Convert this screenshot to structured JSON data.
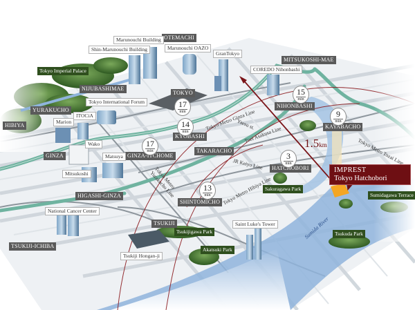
{
  "destination": {
    "line1": "IMPREST",
    "line2": "Tokyo Hatchobori",
    "color": "#6e0f13"
  },
  "distance": {
    "value": "1.5",
    "unit": "km"
  },
  "stations": [
    {
      "name": "OTEMACHI"
    },
    {
      "name": "MITSUKOSHI-MAE"
    },
    {
      "name": "NIJUBASHIMAE"
    },
    {
      "name": "TOKYO"
    },
    {
      "name": "NIHONBASHI"
    },
    {
      "name": "YURAKUCHO"
    },
    {
      "name": "HIBIYA"
    },
    {
      "name": "KAYABACHO"
    },
    {
      "name": "KYOBASHI"
    },
    {
      "name": "TAKARACHO"
    },
    {
      "name": "GINZA"
    },
    {
      "name": "GINZA-ITCHOME"
    },
    {
      "name": "HATCHOBORI"
    },
    {
      "name": "HIGASHI-GINZA"
    },
    {
      "name": "SHINTOMICHO"
    },
    {
      "name": "TSUKIJI"
    },
    {
      "name": "TSUKIJI-ICHIBA"
    }
  ],
  "buildings": [
    {
      "name": "Marunouchi Building"
    },
    {
      "name": "Shin-Marunouchi Building"
    },
    {
      "name": "Marunouchi OAZO"
    },
    {
      "name": "GranTokyo"
    },
    {
      "name": "COREDO Nihonbashi"
    },
    {
      "name": "Tokyo International Forum"
    },
    {
      "name": "ITOCiA"
    },
    {
      "name": "Marion"
    },
    {
      "name": "Wako"
    },
    {
      "name": "Matsuya"
    },
    {
      "name": "Mitsukoshi"
    },
    {
      "name": "National Cancer Center"
    },
    {
      "name": "Saint Luke's Tower"
    },
    {
      "name": "Tsukiji Hongan-ji"
    }
  ],
  "parks": [
    {
      "name": "Tokyo Imperial Palace"
    },
    {
      "name": "Sakuragawa Park"
    },
    {
      "name": "Sumidagawa Terrace"
    },
    {
      "name": "Tsukijigawa Park"
    },
    {
      "name": "Akatsuki Park"
    },
    {
      "name": "Tsukuda Park"
    }
  ],
  "lines": [
    {
      "name": "Tokyo Metro Ginza Line"
    },
    {
      "name": "Yaesu st."
    },
    {
      "name": "Toei Asakusa Line"
    },
    {
      "name": "Tokyo Metro Tozai Line"
    },
    {
      "name": "JR Keiyo Line"
    },
    {
      "name": "Tokyo Metro Hibiya Line"
    },
    {
      "name": "Tokyo Metro Yurakucho Line"
    }
  ],
  "river": {
    "name": "Sumida River"
  },
  "travel_times": [
    {
      "station": "TOKYO",
      "value": "17",
      "unit": "min"
    },
    {
      "station": "NIHONBASHI",
      "value": "15",
      "unit": "min"
    },
    {
      "station": "KAYABACHO",
      "value": "9",
      "unit": "min"
    },
    {
      "station": "KYOBASHI",
      "value": "14",
      "unit": "min"
    },
    {
      "station": "GINZA-ITCHOME",
      "value": "17",
      "unit": "min"
    },
    {
      "station": "HATCHOBORI",
      "value": "3",
      "unit": "min"
    },
    {
      "station": "SHINTOMICHO",
      "value": "13",
      "unit": "min"
    }
  ],
  "colors": {
    "road": "#c9d0d6",
    "block": "#f3f5f7",
    "expressway": "#6fb3a0",
    "river": "#8fb4dc",
    "green": "#4d7a36",
    "radius_line": "#8b1a1e",
    "station_label": "#5a5a5a",
    "park_label": "#2f4f1e"
  }
}
